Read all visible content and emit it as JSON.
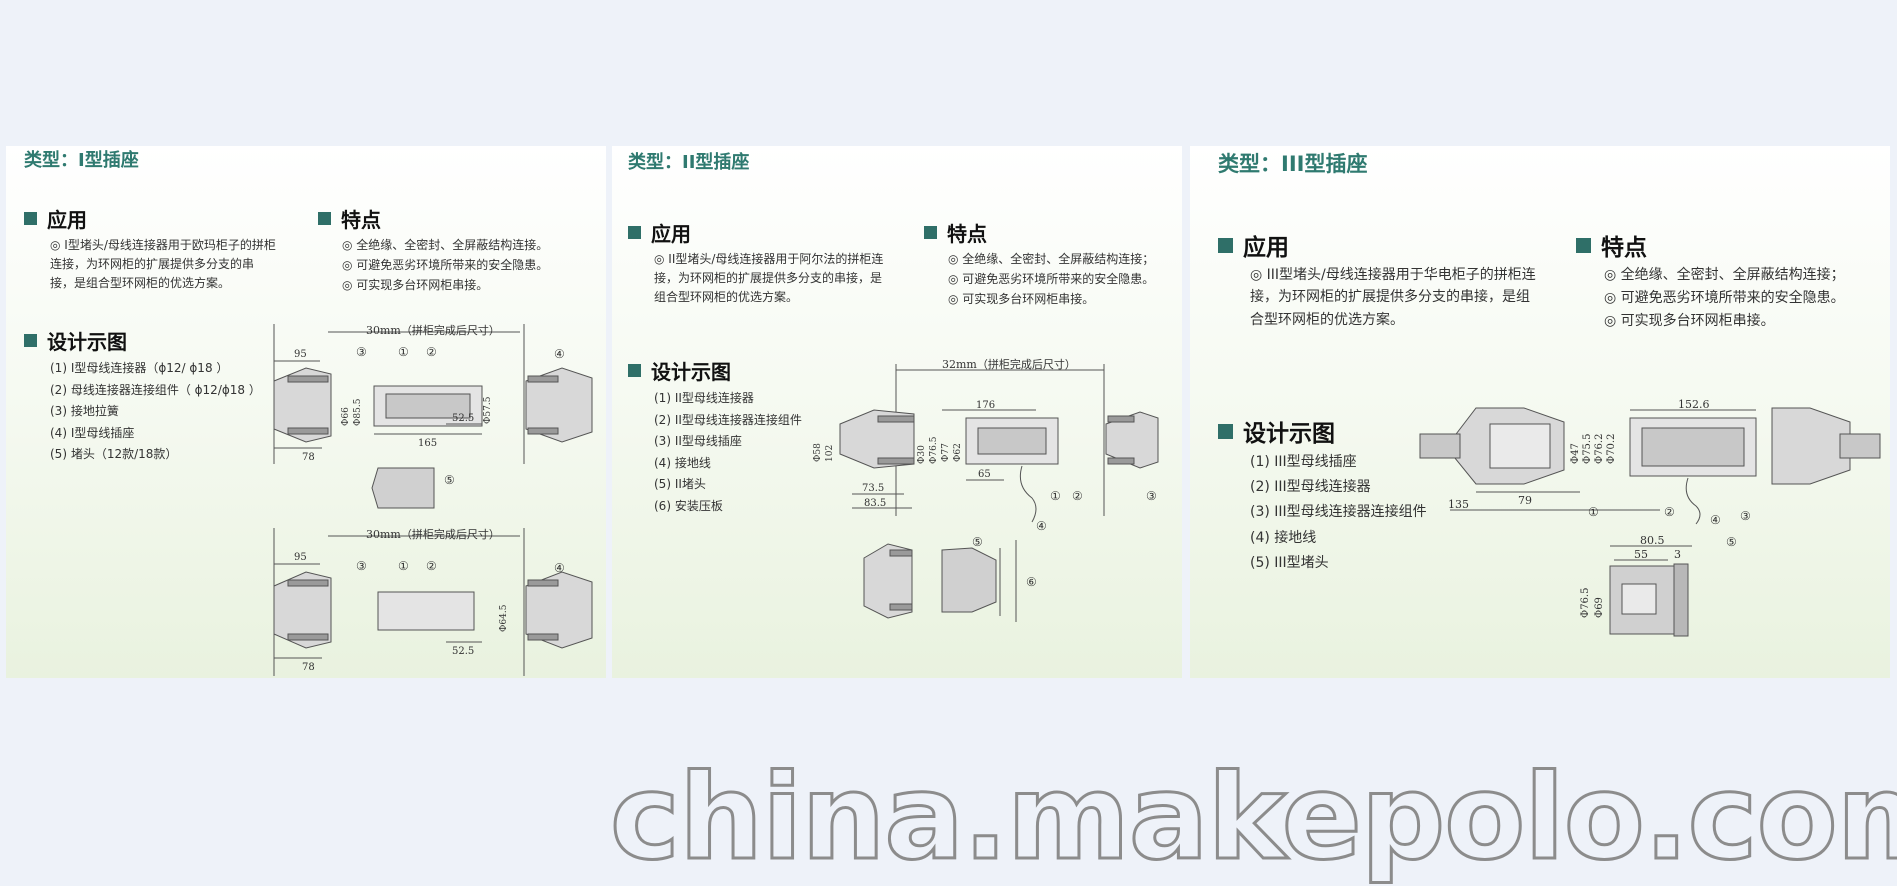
{
  "panels": [
    {
      "type_title": "类型：I型插座",
      "application": {
        "heading": "应用",
        "text": "◎ I型堵头/母线连接器用于欧玛柜子的拼柜连接，为环网柜的扩展提供多分支的串接，是组合型环网柜的优选方案。"
      },
      "features": {
        "heading": "特点",
        "items": [
          "◎ 全绝缘、全密封、全屏蔽结构连接。",
          "◎ 可避免恶劣环境所带来的安全隐患。",
          "◎ 可实现多台环网柜串接。"
        ]
      },
      "design": {
        "heading": "设计示图",
        "items": [
          "(1) I型母线连接器（ϕ12/ ϕ18 ）",
          "(2) 母线连接器连接组件（ ϕ12/ϕ18 ）",
          "(3) 接地拉簧",
          "(4) I型母线插座",
          "(5) 堵头（12款/18款）"
        ]
      },
      "drawing": {
        "top_dim": "30mm（拼柜完成后尺寸）",
        "bottom_dim": "30mm（拼柜完成后尺寸）",
        "left_width": "95",
        "left_base": "78",
        "mid_length": "165",
        "right_length": "52.5",
        "bottom_left_width": "95",
        "bottom_left_base": "78",
        "bottom_right_length": "52.5",
        "dia_a": "Φ66",
        "dia_b": "Φ85.5",
        "dia_c": "Φ57.5",
        "dia_d": "Φ64.5",
        "callouts": [
          "①",
          "②",
          "③",
          "④",
          "⑤"
        ]
      }
    },
    {
      "type_title": "类型：II型插座",
      "application": {
        "heading": "应用",
        "text": "◎ II型堵头/母线连接器用于阿尔法的拼柜连接，为环网柜的扩展提供多分支的串接，是组合型环网柜的优选方案。"
      },
      "features": {
        "heading": "特点",
        "items": [
          "◎ 全绝缘、全密封、全屏蔽结构连接；",
          "◎ 可避免恶劣环境所带来的安全隐患。",
          "◎ 可实现多台环网柜串接。"
        ]
      },
      "design": {
        "heading": "设计示图",
        "items": [
          "(1) II型母线连接器",
          "(2) II型母线连接器连接组件",
          "(3) II型母线插座",
          "(4) 接地线",
          "(5) II堵头",
          "(6) 安装压板"
        ]
      },
      "drawing": {
        "top_dim": "32mm（拼柜完成后尺寸）",
        "mid_length": "176",
        "left_a": "73.5",
        "left_b": "83.5",
        "mid_short": "65",
        "dia_a": "Φ58",
        "dia_b": "102",
        "dia_c": "Φ30",
        "dia_d": "Φ76.5",
        "dia_e": "Φ77",
        "dia_f": "Φ62",
        "callouts": [
          "①",
          "②",
          "③",
          "④",
          "⑤",
          "⑥"
        ]
      }
    },
    {
      "type_title": "类型：III型插座",
      "application": {
        "heading": "应用",
        "text": "◎ III型堵头/母线连接器用于华电柜子的拼柜连接，为环网柜的扩展提供多分支的串接，是组合型环网柜的优选方案。"
      },
      "features": {
        "heading": "特点",
        "items": [
          "◎ 全绝缘、全密封、全屏蔽结构连接；",
          "◎ 可避免恶劣环境所带来的安全隐患。",
          "◎ 可实现多台环网柜串接。"
        ]
      },
      "design": {
        "heading": "设计示图",
        "items": [
          "(1) III型母线插座",
          "(2) III型母线连接器",
          "(3) III型母线连接器连接组件",
          "(4) 接地线",
          "(5) III型堵头"
        ]
      },
      "drawing": {
        "top_length": "152.6",
        "base_a": "79",
        "base_b": "135",
        "cap_width": "80.5",
        "cap_inner": "55",
        "cap_gap": "3",
        "dia_a": "Φ47",
        "dia_b": "Φ75.5",
        "dia_c": "Φ76.2",
        "dia_d": "Φ70.2",
        "dia_e": "Φ76.5",
        "dia_f": "Φ69",
        "callouts": [
          "①",
          "②",
          "③",
          "④",
          "⑤"
        ]
      }
    }
  ],
  "watermark": "china.makepolo.com",
  "colors": {
    "accent": "#2f7a70",
    "bullet": "#2f6f68",
    "page_bg": "#eef2f9"
  }
}
